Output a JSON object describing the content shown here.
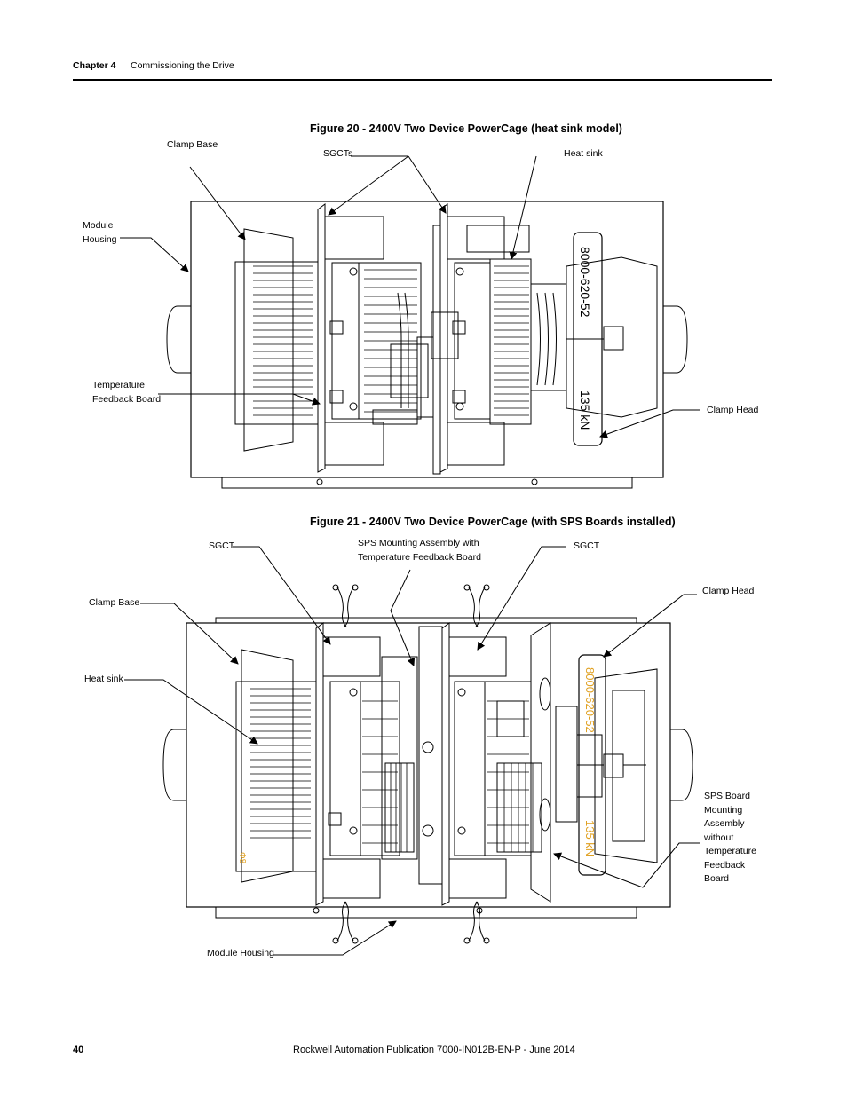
{
  "header": {
    "chapter": "Chapter 4",
    "section": "Commissioning the Drive"
  },
  "figure20": {
    "title": "Figure 20 - 2400V Two Device PowerCage (heat sink model)",
    "labels": {
      "clamp_base": "Clamp Base",
      "sgcts": "SGCTs",
      "heat_sink": "Heat sink",
      "module_housing_1": "Module",
      "module_housing_2": "Housing",
      "temp_board_1": "Temperature",
      "temp_board_2": "Feedback Board",
      "clamp_head": "Clamp Head"
    },
    "marking_top": "8000-620-52",
    "marking_bottom": "135 kN"
  },
  "figure21": {
    "title": "Figure 21 - 2400V Two Device PowerCage (with SPS Boards installed)",
    "labels": {
      "sgct_left": "SGCT",
      "sps_mount_1": "SPS Mounting Assembly with",
      "sps_mount_2": "Temperature Feedback Board",
      "sgct_right": "SGCT",
      "clamp_base": "Clamp Base",
      "clamp_head": "Clamp Head",
      "heat_sink": "Heat sink",
      "sps_board_1": "SPS Board",
      "sps_board_2": "Mounting",
      "sps_board_3": "Assembly",
      "sps_board_4": "without",
      "sps_board_5": "Temperature",
      "sps_board_6": "Feedback",
      "sps_board_7": "Board",
      "module_housing": "Module Housing"
    },
    "marking_top": "8000-620-52",
    "marking_bottom": "135 kN",
    "marking_small": "Ф8",
    "marking_color": "#E0A020"
  },
  "footer": {
    "page_number": "40",
    "publication": "Rockwell Automation Publication 7000-IN012B-EN-P - June 2014"
  }
}
